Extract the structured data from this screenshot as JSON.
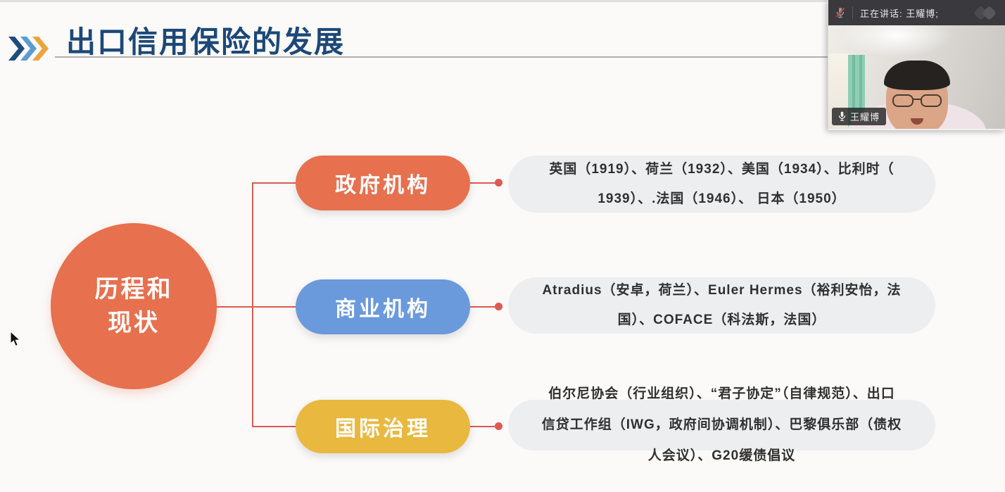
{
  "slide": {
    "title": "出口信用保险的发展",
    "title_color": "#1C4878",
    "chevron_colors": [
      "#1E4C7D",
      "#5D9BD3",
      "#ECA33C"
    ],
    "connector_color": "#DC5A52",
    "note_box_color": "#EDEEF0",
    "root_node": {
      "line1": "历程和",
      "line2": "现状",
      "color": "#E7704E"
    },
    "branches": [
      {
        "label": "政府机构",
        "color": "#E7704E",
        "lines": [
          "英国（1919）、荷兰（1932）、美国（1934）、比利时（",
          "1939）、.法国（1946）、 日本（1950）"
        ]
      },
      {
        "label": "商业机构",
        "color": "#6A99DC",
        "lines": [
          "Atradius（安卓，荷兰）、Euler Hermes（裕利安怡，法",
          "国）、COFACE（科法斯，法国）"
        ]
      },
      {
        "label": "国际治理",
        "color": "#E9B83E",
        "lines": [
          "伯尔尼协会（行业组织）、“君子协定”（自律规范）、出口",
          "信贷工作组（IWG，政府间协调机制）、巴黎俱乐部（债权",
          "人会议）、G20缓债倡议"
        ]
      }
    ]
  },
  "meeting_overlay": {
    "status_bar": {
      "text": "正在讲话: 王耀博;",
      "muted_mic_icon": "muted-microphone",
      "logo_icon": "meeting-logo"
    },
    "name_tag": {
      "mic_icon": "microphone",
      "name": "王耀博"
    }
  },
  "cursor": {
    "type": "arrow-pointer"
  }
}
